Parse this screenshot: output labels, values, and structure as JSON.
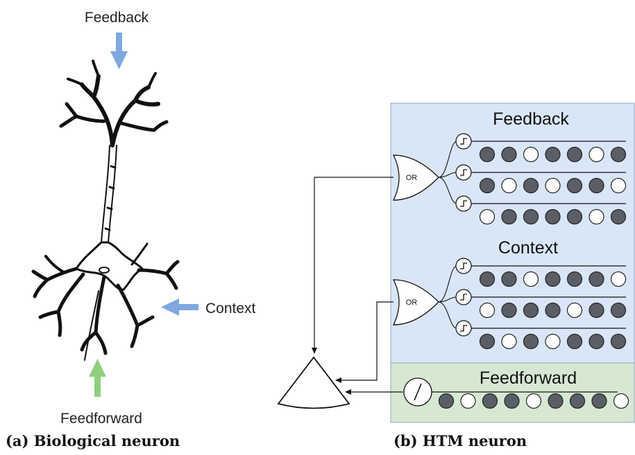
{
  "panel_a": {
    "labels": {
      "feedback": "Feedback",
      "context": "Context",
      "feedforward": "Feedforward"
    },
    "caption": "(a) Biological neuron",
    "colors": {
      "blue_arrow": "#7fa8e0",
      "green_arrow": "#8fcf7f"
    }
  },
  "panel_b": {
    "labels": {
      "feedback": "Feedback",
      "context": "Context",
      "feedforward": "Feedforward"
    },
    "or_label": "OR",
    "caption": "(b) HTM neuron",
    "colors": {
      "dendrite_region": "#d8e6f8",
      "feedforward_region": "#d6e8d2",
      "dark_synapse": "#5a5e66",
      "light_synapse": "#ffffff"
    },
    "feedback_segments": [
      [
        1,
        1,
        0,
        1,
        1,
        0,
        1
      ],
      [
        1,
        0,
        1,
        0,
        1,
        1,
        0
      ],
      [
        0,
        1,
        1,
        1,
        1,
        0,
        1
      ]
    ],
    "context_segments": [
      [
        1,
        1,
        0,
        1,
        1,
        1,
        0
      ],
      [
        0,
        1,
        1,
        1,
        0,
        1,
        1
      ],
      [
        1,
        0,
        1,
        0,
        1,
        1,
        1
      ]
    ],
    "feedforward_synapses": [
      1,
      0,
      1,
      1,
      0,
      1,
      1,
      1,
      0
    ]
  }
}
